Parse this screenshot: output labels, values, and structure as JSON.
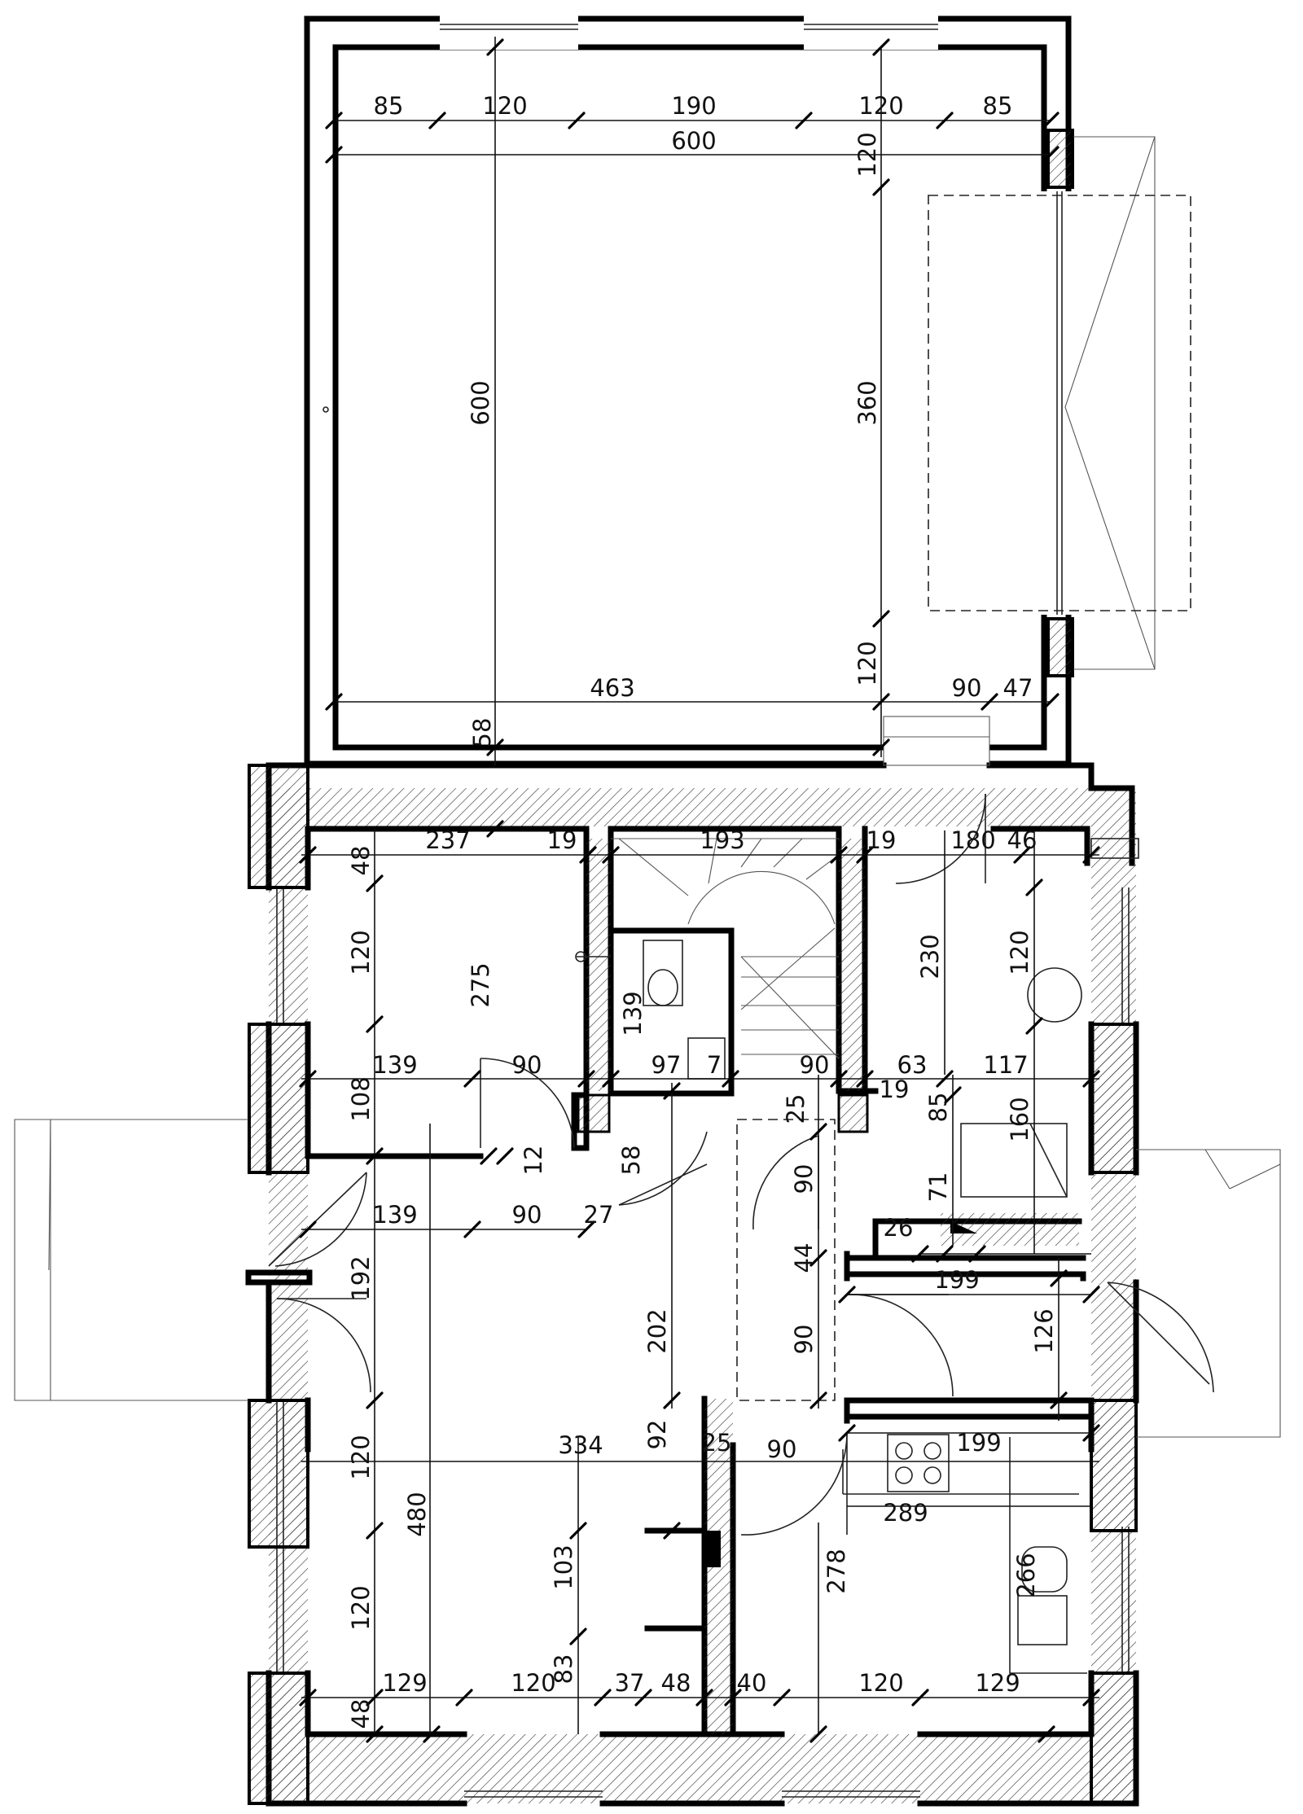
{
  "dimensions": [
    {
      "id": "g-top-85a",
      "text": "85"
    },
    {
      "id": "g-top-120a",
      "text": "120"
    },
    {
      "id": "g-top-190",
      "text": "190"
    },
    {
      "id": "g-top-120b",
      "text": "120"
    },
    {
      "id": "g-top-85b",
      "text": "85"
    },
    {
      "id": "g-top-600",
      "text": "600"
    },
    {
      "id": "g-left-600",
      "text": "600"
    },
    {
      "id": "g-right-120a",
      "text": "120"
    },
    {
      "id": "g-right-360",
      "text": "360"
    },
    {
      "id": "g-right-120b",
      "text": "120"
    },
    {
      "id": "g-bot-463",
      "text": "463"
    },
    {
      "id": "g-bot-90",
      "text": "90"
    },
    {
      "id": "g-bot-47",
      "text": "47"
    },
    {
      "id": "g-58",
      "text": "58"
    },
    {
      "id": "h-237",
      "text": "237"
    },
    {
      "id": "h-19a",
      "text": "19"
    },
    {
      "id": "h-193",
      "text": "193"
    },
    {
      "id": "h-19b",
      "text": "19"
    },
    {
      "id": "h-180",
      "text": "180"
    },
    {
      "id": "h-46",
      "text": "46"
    },
    {
      "id": "l-48a",
      "text": "48"
    },
    {
      "id": "l-120a",
      "text": "120"
    },
    {
      "id": "l-275",
      "text": "275"
    },
    {
      "id": "l-108",
      "text": "108"
    },
    {
      "id": "l-139a",
      "text": "139"
    },
    {
      "id": "l-90a",
      "text": "90"
    },
    {
      "id": "l-12",
      "text": "12"
    },
    {
      "id": "l-139b",
      "text": "139"
    },
    {
      "id": "l-90b",
      "text": "90"
    },
    {
      "id": "l-27",
      "text": "27"
    },
    {
      "id": "l-192",
      "text": "192"
    },
    {
      "id": "l-120b",
      "text": "120"
    },
    {
      "id": "l-480",
      "text": "480"
    },
    {
      "id": "l-120c",
      "text": "120"
    },
    {
      "id": "l-48b",
      "text": "48"
    },
    {
      "id": "c-139",
      "text": "139"
    },
    {
      "id": "c-97",
      "text": "97"
    },
    {
      "id": "c-7",
      "text": "7"
    },
    {
      "id": "c-90a",
      "text": "90"
    },
    {
      "id": "c-58",
      "text": "58"
    },
    {
      "id": "c-25a",
      "text": "25"
    },
    {
      "id": "c-90b",
      "text": "90"
    },
    {
      "id": "c-44",
      "text": "44"
    },
    {
      "id": "c-202",
      "text": "202"
    },
    {
      "id": "c-90c",
      "text": "90"
    },
    {
      "id": "c-92",
      "text": "92"
    },
    {
      "id": "c-25b",
      "text": "25"
    },
    {
      "id": "c-90d",
      "text": "90"
    },
    {
      "id": "c-334",
      "text": "334"
    },
    {
      "id": "c-103",
      "text": "103"
    },
    {
      "id": "c-83",
      "text": "83"
    },
    {
      "id": "r-230",
      "text": "230"
    },
    {
      "id": "r-120a",
      "text": "120"
    },
    {
      "id": "r-63",
      "text": "63"
    },
    {
      "id": "r-117",
      "text": "117"
    },
    {
      "id": "r-19",
      "text": "19"
    },
    {
      "id": "r-85",
      "text": "85"
    },
    {
      "id": "r-160",
      "text": "160"
    },
    {
      "id": "r-71",
      "text": "71"
    },
    {
      "id": "r-26",
      "text": "26"
    },
    {
      "id": "r-199a",
      "text": "199"
    },
    {
      "id": "r-126",
      "text": "126"
    },
    {
      "id": "r-199b",
      "text": "199"
    },
    {
      "id": "r-289",
      "text": "289"
    },
    {
      "id": "r-278",
      "text": "278"
    },
    {
      "id": "r-266",
      "text": "266"
    },
    {
      "id": "b-129a",
      "text": "129"
    },
    {
      "id": "b-120a",
      "text": "120"
    },
    {
      "id": "b-37",
      "text": "37"
    },
    {
      "id": "b-48",
      "text": "48"
    },
    {
      "id": "b-40",
      "text": "40"
    },
    {
      "id": "b-120b",
      "text": "120"
    },
    {
      "id": "b-129b",
      "text": "129"
    }
  ]
}
